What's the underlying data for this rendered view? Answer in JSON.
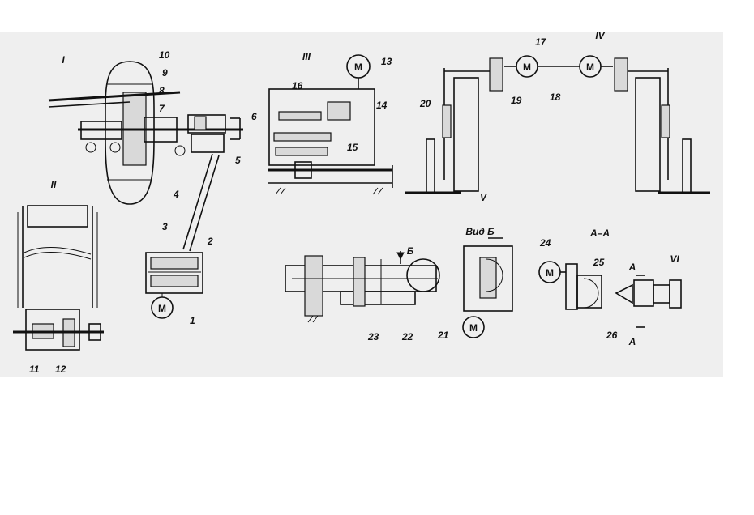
{
  "motor_symbol": "М",
  "group_labels": {
    "i": "I",
    "ii": "II",
    "iii": "III",
    "iv": "IV",
    "v": "V",
    "vi": "VI"
  },
  "section_labels": {
    "vid_b": "Вид Б",
    "arrow_b": "Б",
    "section_aa": "А–А",
    "cut_a_top": "А",
    "cut_a_bottom": "А"
  },
  "part_numbers": {
    "n1": "1",
    "n2": "2",
    "n3": "3",
    "n4": "4",
    "n5": "5",
    "n6": "6",
    "n7": "7",
    "n8": "8",
    "n9": "9",
    "n10": "10",
    "n11": "11",
    "n12": "12",
    "n13": "13",
    "n14": "14",
    "n15": "15",
    "n16": "16",
    "n17": "17",
    "n18": "18",
    "n19": "19",
    "n20": "20",
    "n21": "21",
    "n22": "22",
    "n23": "23",
    "n24": "24",
    "n25": "25",
    "n26": "26"
  }
}
